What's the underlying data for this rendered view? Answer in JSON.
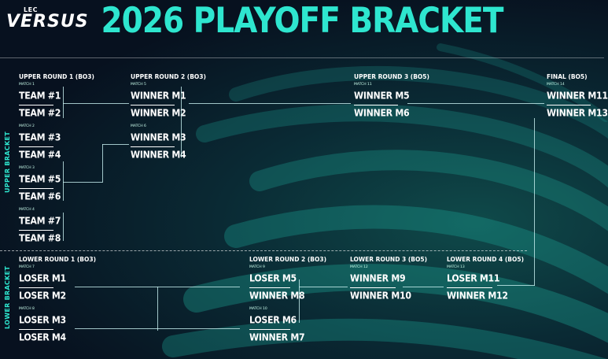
{
  "logo": {
    "small": "LEC",
    "big": "VERSUS"
  },
  "title": "2026 PLAYOFF BRACKET",
  "side": {
    "upper": "UPPER BRACKET",
    "lower": "LOWER BRACKET"
  },
  "rounds": {
    "ur1": "UPPER ROUND 1 (BO3)",
    "ur2": "UPPER ROUND 2 (BO3)",
    "ur3": "UPPER ROUND 3 (BO5)",
    "final": "FINAL (BO5)",
    "lr1": "LOWER ROUND 1 (BO3)",
    "lr2": "LOWER ROUND 2 (BO3)",
    "lr3": "LOWER ROUND 3 (BO5)",
    "lr4": "LOWER ROUND 4 (BO5)"
  },
  "matches": {
    "m1": {
      "label": "MATCH 1",
      "a": "TEAM #1",
      "b": "TEAM #2"
    },
    "m2": {
      "label": "MATCH 2",
      "a": "TEAM #3",
      "b": "TEAM #4"
    },
    "m3": {
      "label": "MATCH 3",
      "a": "TEAM #5",
      "b": "TEAM #6"
    },
    "m4": {
      "label": "MATCH 4",
      "a": "TEAM #7",
      "b": "TEAM #8"
    },
    "m5": {
      "label": "MATCH 5",
      "a": "WINNER M1",
      "b": "WINNER M2"
    },
    "m6": {
      "label": "MATCH 6",
      "a": "WINNER M3",
      "b": "WINNER M4"
    },
    "m11": {
      "label": "MATCH 11",
      "a": "WINNER M5",
      "b": "WINNER M6"
    },
    "m14": {
      "label": "MATCH 14",
      "a": "WINNER M11",
      "b": "WINNER M13"
    },
    "m7": {
      "label": "MATCH 7",
      "a": "LOSER M1",
      "b": "LOSER M2"
    },
    "m8": {
      "label": "MATCH 8",
      "a": "LOSER M3",
      "b": "LOSER M4"
    },
    "m9": {
      "label": "MATCH 9",
      "a": "LOSER M5",
      "b": "WINNER M8"
    },
    "m10": {
      "label": "MATCH 10",
      "a": "LOSER M6",
      "b": "WINNER M7"
    },
    "m12": {
      "label": "MATCH 12",
      "a": "WINNER M9",
      "b": "WINNER M10"
    },
    "m13": {
      "label": "MATCH 13",
      "a": "LOSER M11",
      "b": "WINNER M12"
    }
  }
}
